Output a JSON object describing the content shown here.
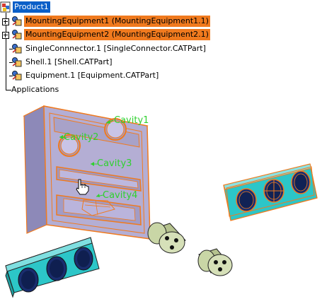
{
  "tree": {
    "root": {
      "label": "Product1"
    },
    "items": [
      {
        "label": "MountingEquipment1 (MountingEquipment1.1)"
      },
      {
        "label": "MountingEquipment2 (MountingEquipment2.1)"
      },
      {
        "label": "SingleConnnector.1 [SingleConnector.CATPart]"
      },
      {
        "label": "Shell.1 [Shell.CATPart]"
      },
      {
        "label": "Equipment.1 [Equipment.CATPart]"
      }
    ],
    "applications": {
      "label": "Applications"
    }
  },
  "viewport": {
    "cavities": [
      {
        "label": "Cavity1"
      },
      {
        "label": "Cavity2"
      },
      {
        "label": "Cavity3"
      },
      {
        "label": "Cavity4"
      }
    ]
  },
  "colors": {
    "selection_blue": "#0a5fc8",
    "highlight_orange": "#f07a1e",
    "cavity_label_green": "#2fd12f",
    "equipment_cyan": "#2cc6c8",
    "connector_olive": "#c9d6a6"
  }
}
